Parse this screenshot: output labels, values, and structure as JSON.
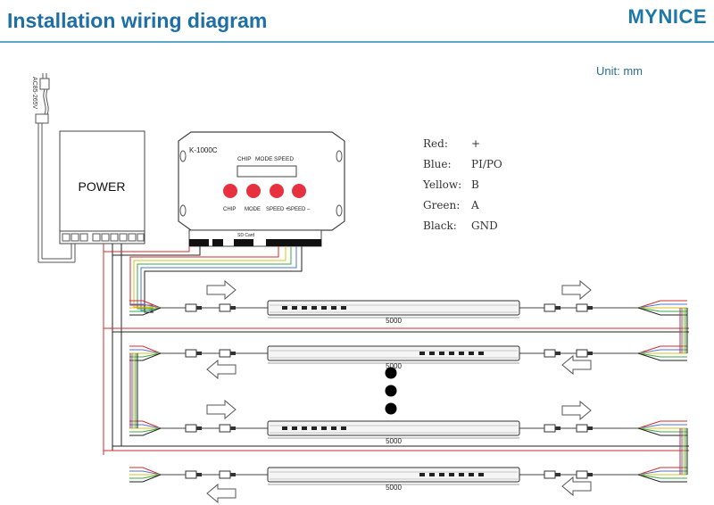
{
  "header": {
    "title": "Installation wiring diagram",
    "brand": "MYNICE"
  },
  "unit": "Unit: mm",
  "power": {
    "ac_label": "AC85-265V",
    "label": "POWER"
  },
  "controller": {
    "model": "K-1000C",
    "top_labels": [
      "CHIP",
      "MODE",
      "SPEED"
    ],
    "button_labels": [
      "CHIP",
      "MODE",
      "SPEED +",
      "SPEED –"
    ],
    "sd_label": "SD Card"
  },
  "legend": [
    {
      "key": "Red:",
      "value": "+"
    },
    {
      "key": "Blue:",
      "value": "PI/PO"
    },
    {
      "key": "Yellow:",
      "value": "B"
    },
    {
      "key": "Green:",
      "value": "A"
    },
    {
      "key": "Black:",
      "value": "GND"
    }
  ],
  "tube_length": "5000",
  "colors": {
    "title": "#1d6fa6",
    "rule": "#5aa7c9",
    "button": "#e8313f",
    "wire_red": "#d22b2b",
    "wire_blue": "#4a76d6",
    "wire_yellow": "#d8c21a",
    "wire_green": "#3aa84a",
    "wire_black": "#222222"
  },
  "icons": [
    "arrow-right-icon",
    "arrow-left-icon",
    "ellipsis-dot-icon"
  ]
}
